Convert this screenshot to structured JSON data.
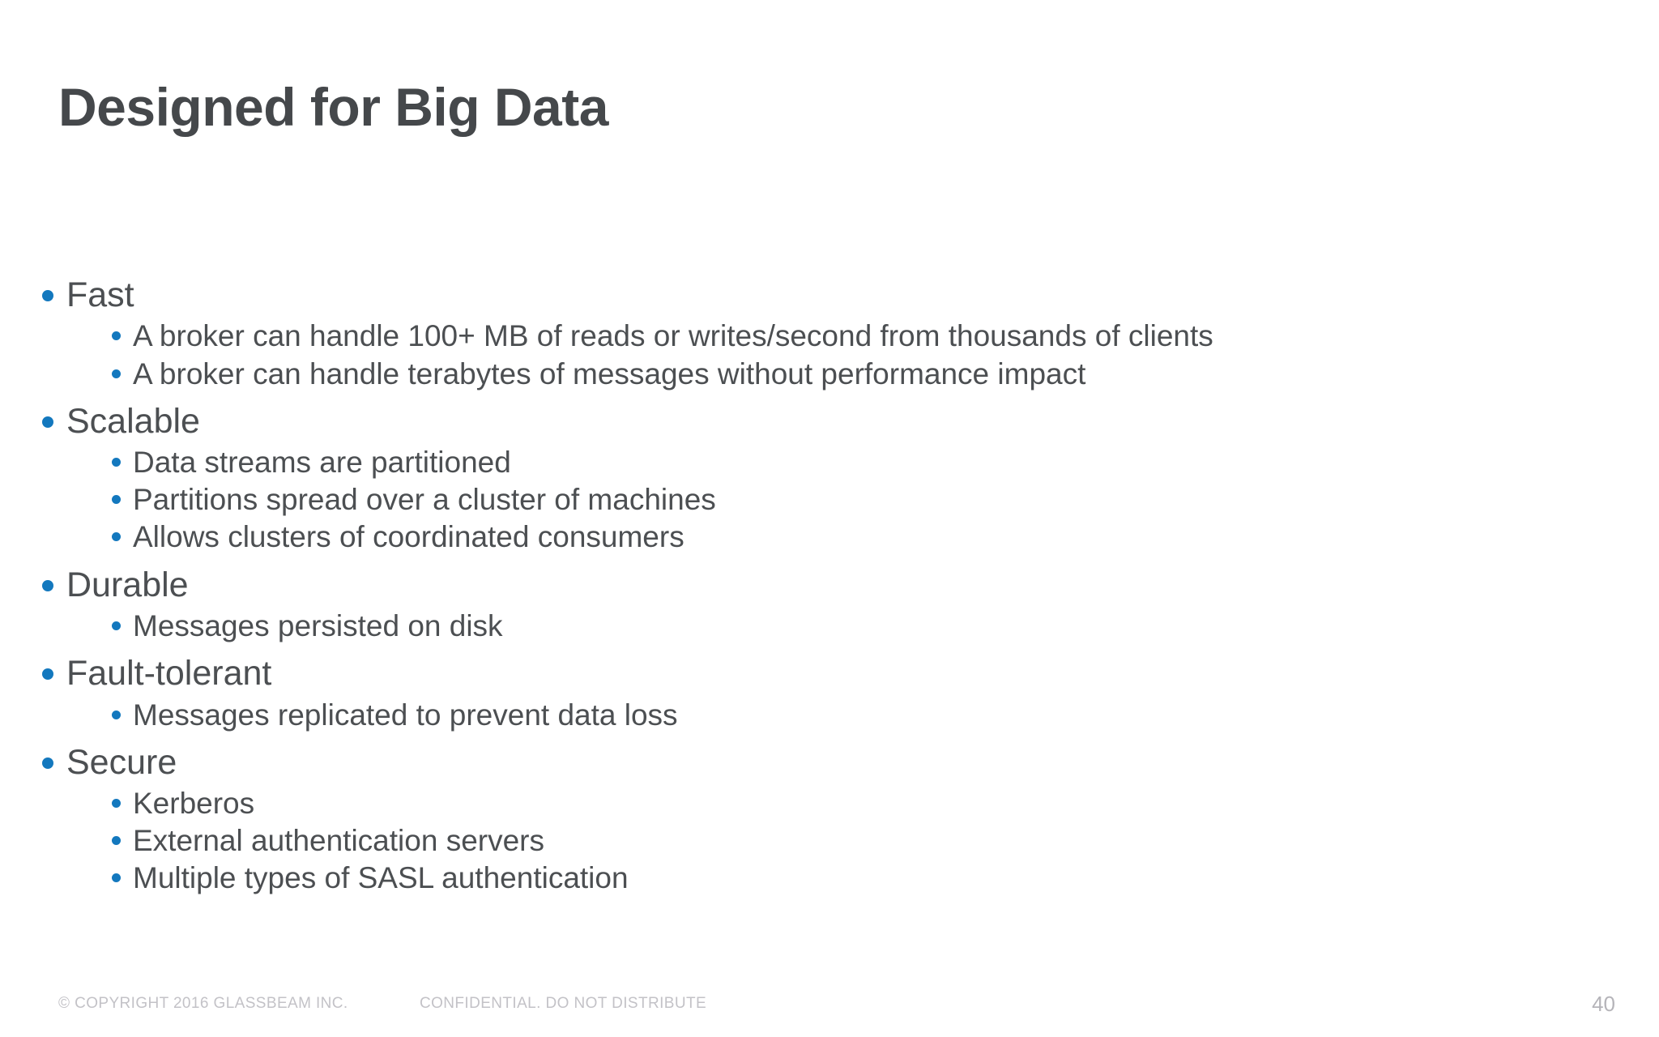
{
  "slide": {
    "title": "Designed for Big Data",
    "page_number": "40",
    "accent_color": "#1378be",
    "text_color": "#4c4f52",
    "title_color": "#45484b",
    "footer_color": "#c3c2c7",
    "background_color": "#ffffff"
  },
  "content": {
    "groups": [
      {
        "label": "Fast",
        "items": [
          "A broker can handle 100+ MB of reads or writes/second from thousands of clients",
          "A broker can handle terabytes of messages without performance impact"
        ]
      },
      {
        "label": "Scalable",
        "items": [
          "Data streams are partitioned",
          "Partitions spread over a cluster of machines",
          "Allows clusters of coordinated consumers"
        ]
      },
      {
        "label": "Durable",
        "items": [
          "Messages persisted on disk"
        ]
      },
      {
        "label": "Fault-tolerant",
        "items": [
          "Messages replicated to prevent data loss"
        ]
      },
      {
        "label": "Secure",
        "items": [
          "Kerberos",
          "External authentication servers",
          "Multiple types of SASL authentication"
        ]
      }
    ]
  },
  "footer": {
    "copyright": "© COPYRIGHT 2016  GLASSBEAM INC.",
    "confidential": "CONFIDENTIAL. DO NOT DISTRIBUTE"
  }
}
